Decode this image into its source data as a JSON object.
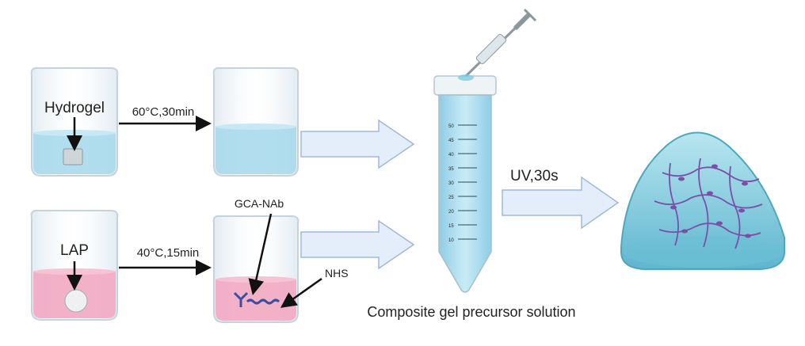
{
  "labels": {
    "hydrogel": "Hydrogel",
    "lap": "LAP",
    "step_hydrogel": "60°C,30min",
    "step_lap": "40°C,15min",
    "gca_nab": "GCA-NAb",
    "nhs": "NHS",
    "uv": "UV,30s",
    "caption": "Composite gel precursor solution"
  },
  "tube_scale": [
    "50",
    "45",
    "40",
    "35",
    "30",
    "25",
    "20",
    "15",
    "10"
  ],
  "colors": {
    "blue_liquid": "#a9d9ec",
    "pink_liquid": "#f2a9c2",
    "arrow_fill": "#e4eefa",
    "arrow_stroke": "#9fb8d9",
    "gel_dome": "#7fc9dd",
    "network": "#7b4fa8"
  }
}
